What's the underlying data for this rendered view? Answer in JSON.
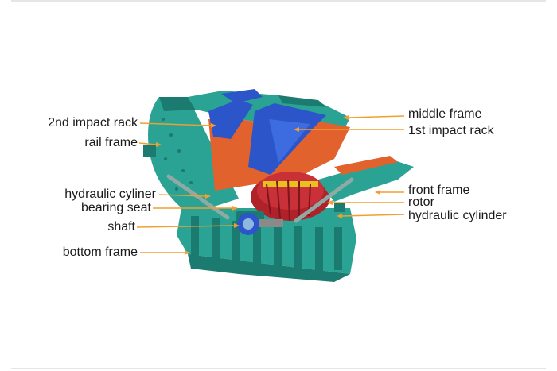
{
  "labels": {
    "impact_rack_2": "2nd impact rack",
    "rail_frame": "rail frame",
    "hydraulic_cyliner": "hydraulic cyliner",
    "bearing_seat": "bearing seat",
    "shaft": "shaft",
    "bottom_frame": "bottom frame",
    "middle_frame": "middle frame",
    "impact_rack_1": "1st impact rack",
    "front_frame": "front frame",
    "rotor": "rotor",
    "hydraulic_cylinder": "hydraulic cylinder"
  },
  "colors": {
    "frame_teal": "#2aa394",
    "frame_dark": "#1c7b70",
    "liner_orange": "#e2622e",
    "rack_blue": "#2b55c8",
    "rotor_red": "#b0222a",
    "leader_orange": "#f0a030"
  }
}
